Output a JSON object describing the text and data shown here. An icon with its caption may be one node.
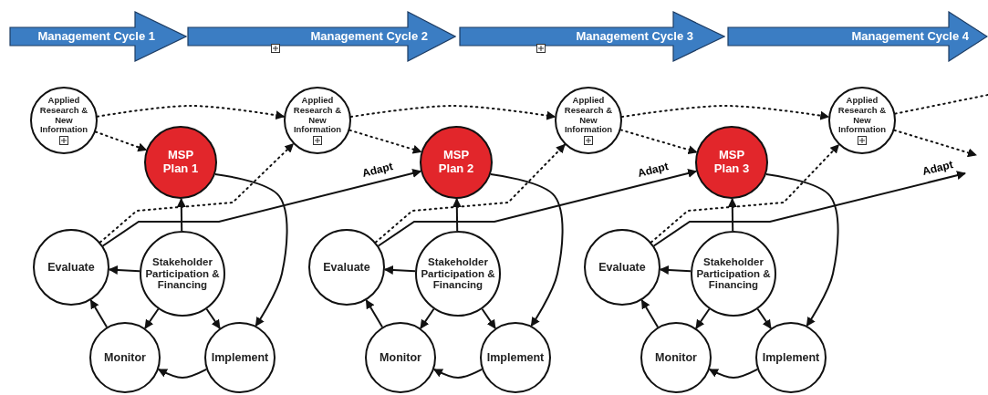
{
  "diagram": {
    "nodes": [
      {
        "text": [
          "Management Cycle 1"
        ]
      },
      {
        "text": [
          "Management Cycle 2"
        ]
      },
      {
        "text": [
          "Management Cycle 3"
        ]
      },
      {
        "text": [
          "Management Cycle 4"
        ]
      },
      {
        "text": [
          "Applied Research & New Information"
        ]
      },
      {
        "text": [
          "Applied Research & New Information"
        ]
      },
      {
        "text": [
          "Applied Research & New Information"
        ]
      },
      {
        "text": [
          "Applied Research & New Information"
        ]
      },
      {
        "text": [
          "MSP Plan 1"
        ]
      },
      {
        "text": [
          "Evaluate"
        ]
      },
      {
        "text": [
          "Stakeholder Participation & Financing"
        ]
      },
      {
        "text": [
          "Monitor"
        ]
      },
      {
        "text": [
          "Implement"
        ]
      },
      {
        "text": [
          "MSP Plan 2"
        ]
      },
      {
        "text": [
          "Evaluate"
        ]
      },
      {
        "text": [
          "Stakeholder Participation & Financing"
        ]
      },
      {
        "text": [
          "Monitor"
        ]
      },
      {
        "text": [
          "Implement"
        ]
      },
      {
        "text": [
          "MSP Plan 3"
        ]
      },
      {
        "text": [
          "Evaluate"
        ]
      },
      {
        "text": [
          "Stakeholder Participation & Financing"
        ]
      },
      {
        "text": [
          "Monitor"
        ]
      },
      {
        "text": [
          "Implement"
        ]
      }
    ],
    "edges": [
      {
        "from": 4,
        "to": 5,
        "arrow": "to",
        "style": "dashed"
      },
      {
        "from": 4,
        "to": 8,
        "arrow": "to",
        "style": "dashed"
      },
      {
        "from": 9,
        "to": 5,
        "arrow": "to",
        "style": "dashed"
      },
      {
        "from": 10,
        "to": 8,
        "arrow": "to"
      },
      {
        "from": 10,
        "to": 9,
        "arrow": "to"
      },
      {
        "from": 10,
        "to": 11,
        "arrow": "to"
      },
      {
        "from": 10,
        "to": 12,
        "arrow": "to"
      },
      {
        "from": 11,
        "to": 9,
        "arrow": "to"
      },
      {
        "from": 12,
        "to": 11,
        "arrow": "to"
      },
      {
        "from": 8,
        "to": 12,
        "arrow": "to"
      },
      {
        "from": 9,
        "to": 13,
        "arrow": "to",
        "label": "Adapt"
      },
      {
        "from": 5,
        "to": 6,
        "arrow": "to",
        "style": "dashed"
      },
      {
        "from": 5,
        "to": 13,
        "arrow": "to",
        "style": "dashed"
      },
      {
        "from": 14,
        "to": 6,
        "arrow": "to",
        "style": "dashed"
      },
      {
        "from": 15,
        "to": 13,
        "arrow": "to"
      },
      {
        "from": 15,
        "to": 14,
        "arrow": "to"
      },
      {
        "from": 15,
        "to": 16,
        "arrow": "to"
      },
      {
        "from": 15,
        "to": 17,
        "arrow": "to"
      },
      {
        "from": 16,
        "to": 14,
        "arrow": "to"
      },
      {
        "from": 17,
        "to": 16,
        "arrow": "to"
      },
      {
        "from": 13,
        "to": 17,
        "arrow": "to"
      },
      {
        "from": 14,
        "to": 18,
        "arrow": "to",
        "label": "Adapt"
      },
      {
        "from": 6,
        "to": 7,
        "arrow": "to",
        "style": "dashed"
      },
      {
        "from": 6,
        "to": 18,
        "arrow": "to",
        "style": "dashed"
      },
      {
        "from": 19,
        "to": 7,
        "arrow": "to",
        "style": "dashed"
      },
      {
        "from": 20,
        "to": 18,
        "arrow": "to"
      },
      {
        "from": 20,
        "to": 19,
        "arrow": "to"
      },
      {
        "from": 20,
        "to": 21,
        "arrow": "to"
      },
      {
        "from": 20,
        "to": 22,
        "arrow": "to"
      },
      {
        "from": 21,
        "to": 19,
        "arrow": "to"
      },
      {
        "from": 22,
        "to": 21,
        "arrow": "to"
      },
      {
        "from": 18,
        "to": 22,
        "arrow": "to"
      },
      {
        "from": 19,
        "to": null,
        "arrow": "to",
        "label": "Adapt"
      },
      {
        "from": 7,
        "to": null,
        "arrow": "to",
        "style": "dashed"
      },
      {
        "from": 7,
        "to": null,
        "arrow": "none",
        "style": "dashed"
      }
    ]
  }
}
